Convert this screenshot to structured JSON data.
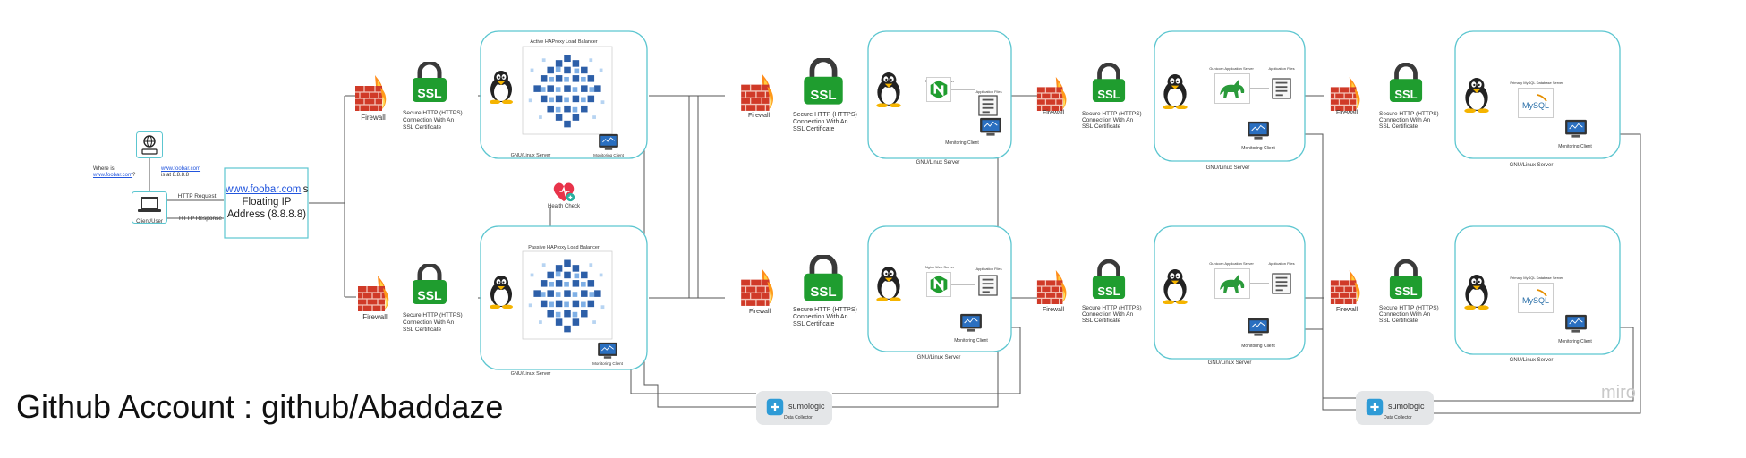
{
  "caption": "Github Account : github/Abaddaze",
  "watermark": "miro",
  "client": {
    "question_a": "Where is",
    "question_link": "www.foobar.com",
    "question_b": "?",
    "answer_link": "www.foobar.com",
    "answer_b": "is at 8.8.8.8",
    "label": "Client/User",
    "request": "HTTP Request",
    "response": "HTTP Response"
  },
  "floating_ip": {
    "link": "www.foobar.com",
    "suffix": "'s",
    "line2": "Floating IP",
    "line3": "Address (8.8.8.8)"
  },
  "labels": {
    "firewall": "Firewall",
    "ssl_badge": "SSL",
    "ssl_line1": "Secure HTTP (HTTPS)",
    "ssl_line2": "Connection With An",
    "ssl_line3": "SSL Certificate",
    "server": "GNU/Linux Server",
    "monitoring": "Monitoring Client",
    "health_check": "Health Check",
    "sumo_name": "sumologic",
    "sumo_sub": "Data Collector",
    "mysql": "MySQL"
  },
  "load_balancers": {
    "active_title": "Active HAProxy Load Balancer",
    "passive_title": "Passive HAProxy Load Balancer"
  },
  "web_server": {
    "nginx_title": "Nginx Web Server",
    "files_title": "Application Files"
  },
  "app_server": {
    "gunicorn_title": "Gunicorn Application Server",
    "files_title": "Application Files"
  },
  "db_server": {
    "title": "Primary MySQL Database Server"
  },
  "colors": {
    "card_border": "#5cc6d0",
    "ssl_green": "#1f9d2f",
    "lb_blue": "#2d5fa8",
    "line": "#555555",
    "link": "#2255dd",
    "monitor_blue": "#2a6fc0",
    "sumo_blue": "#2e9bd6"
  }
}
